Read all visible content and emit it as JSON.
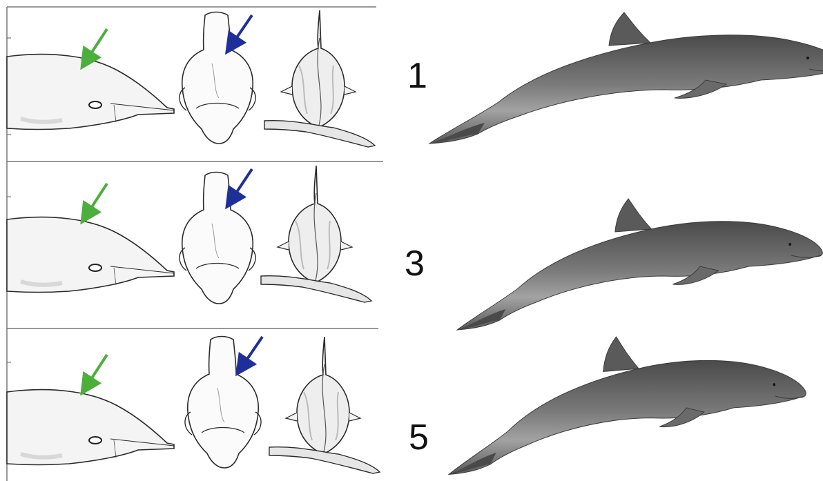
{
  "colors": {
    "green_arrow": "#4caf3c",
    "blue_arrow": "#1f2f9a",
    "sketch_line": "#2a2a2a",
    "dolphin_body": "#6b6b6b",
    "divider": "#777777"
  },
  "rows": [
    {
      "label": "1"
    },
    {
      "label": "3"
    },
    {
      "label": "5"
    }
  ]
}
